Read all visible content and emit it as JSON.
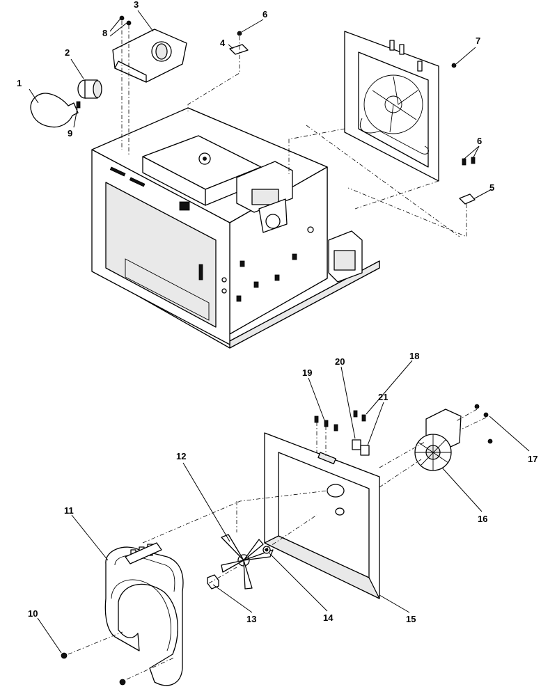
{
  "callouts": [
    {
      "id": "1",
      "label": "1"
    },
    {
      "id": "2",
      "label": "2"
    },
    {
      "id": "3",
      "label": "3"
    },
    {
      "id": "4",
      "label": "4"
    },
    {
      "id": "5",
      "label": "5"
    },
    {
      "id": "6a",
      "label": "6"
    },
    {
      "id": "6b",
      "label": "6"
    },
    {
      "id": "7",
      "label": "7"
    },
    {
      "id": "8",
      "label": "8"
    },
    {
      "id": "9",
      "label": "9"
    },
    {
      "id": "10",
      "label": "10"
    },
    {
      "id": "11",
      "label": "11"
    },
    {
      "id": "12",
      "label": "12"
    },
    {
      "id": "13",
      "label": "13"
    },
    {
      "id": "14",
      "label": "14"
    },
    {
      "id": "15",
      "label": "15"
    },
    {
      "id": "16",
      "label": "16"
    },
    {
      "id": "17",
      "label": "17"
    },
    {
      "id": "18",
      "label": "18"
    },
    {
      "id": "19",
      "label": "19"
    },
    {
      "id": "20",
      "label": "20"
    },
    {
      "id": "21",
      "label": "21"
    }
  ]
}
